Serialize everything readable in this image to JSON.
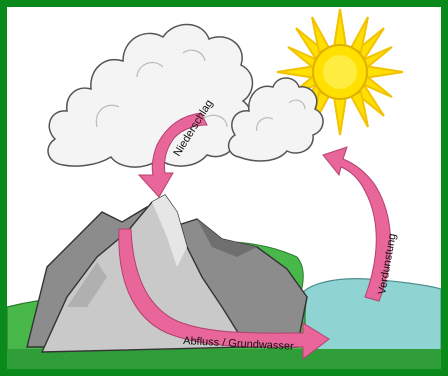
{
  "diagram": {
    "labels": {
      "precipitation": "Niederschlag",
      "evaporation": "Verdunstung",
      "runoff": "Abfluss / Grundwasser"
    },
    "colors": {
      "frame": "#0b8a1c",
      "arrow": "#e8669a",
      "sun": "#ffe000",
      "water": "#8fd3d3",
      "grass": "#49b84a",
      "mountain_light": "#c9c9c9",
      "mountain_dark": "#8c8c8c",
      "cloud": "#f4f4f4"
    },
    "icons": {
      "sun": "sun-icon",
      "cloud": "cloud-icon",
      "mountain": "mountain-icon",
      "lake": "lake-icon"
    }
  }
}
